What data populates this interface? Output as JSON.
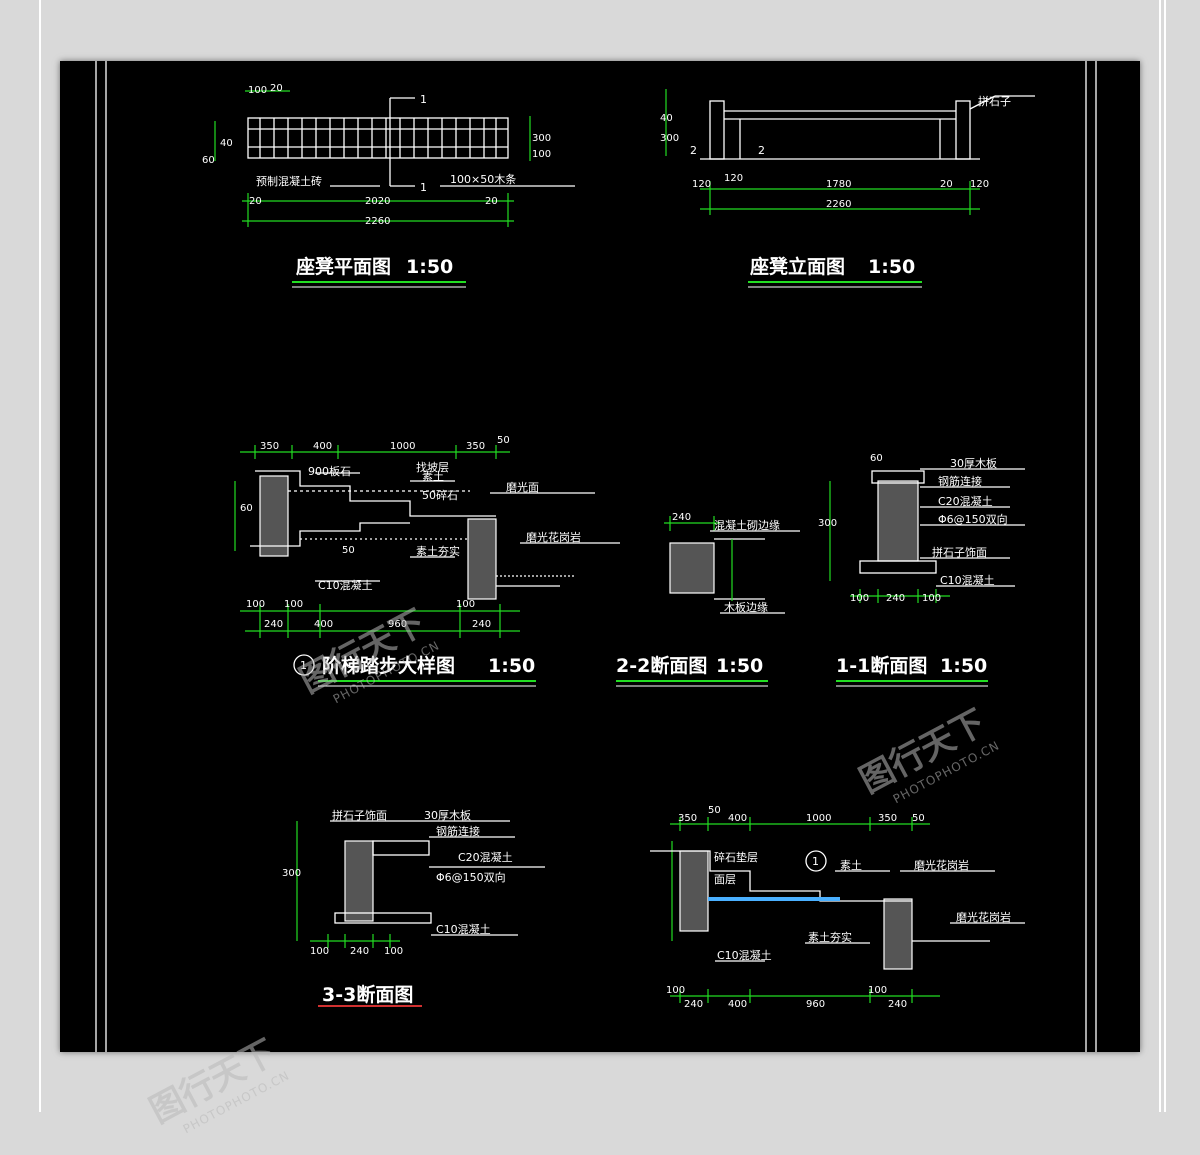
{
  "panels": {
    "bench_plan": {
      "title": "座凳平面图",
      "scale": "1:50",
      "dims_top": [
        "100",
        "20"
      ],
      "dims_bottom": [
        "20",
        "2020",
        "20",
        "2260"
      ],
      "dims_left": [
        "60",
        "40"
      ],
      "dims_right": [
        "300",
        "100"
      ],
      "section_mark": "1",
      "notes": [
        "预制混凝土砖",
        "100×50木条"
      ]
    },
    "bench_elevation": {
      "title": "座凳立面图",
      "scale": "1:50",
      "dims_bottom": [
        "120",
        "120",
        "1780",
        "20",
        "120",
        "2260"
      ],
      "dims_left": [
        "40",
        "300"
      ],
      "section_mark": "2",
      "notes": [
        "拼石子"
      ]
    },
    "stair_detail": {
      "number": "1",
      "title": "阶梯踏步大样图",
      "scale": "1:50",
      "dims_top": [
        "350",
        "400",
        "1000",
        "350",
        "50"
      ],
      "dims_bottom": [
        "100",
        "100",
        "240",
        "400",
        "960",
        "100",
        "240"
      ],
      "dims_side": [
        "60",
        "50"
      ],
      "notes": [
        "900板石",
        "素土",
        "50碎石",
        "素土夯实",
        "C10混凝土",
        "找坡层",
        "磨光面",
        "磨光花岗岩"
      ]
    },
    "section_22": {
      "title": "2-2断面图",
      "scale": "1:50",
      "dims": [
        "240"
      ],
      "notes": [
        "混凝土砌边缘",
        "木板边缘"
      ]
    },
    "section_11": {
      "title": "1-1断面图",
      "scale": "1:50",
      "dims": [
        "60",
        "300",
        "100",
        "240",
        "100"
      ],
      "notes": [
        "30厚木板",
        "钢筋连接",
        "C20混凝土",
        "Φ6@150双向",
        "拼石子饰面",
        "C10混凝土"
      ]
    },
    "section_33": {
      "title": "3-3断面图",
      "dims": [
        "300",
        "100",
        "240",
        "100"
      ],
      "notes": [
        "拼石子饰面",
        "30厚木板",
        "钢筋连接",
        "C20混凝土",
        "Φ6@150双向",
        "C10混凝土"
      ]
    },
    "stair_detail_2": {
      "number": "1",
      "dims_top": [
        "350",
        "50",
        "400",
        "1000",
        "350",
        "50"
      ],
      "dims_bottom": [
        "100",
        "240",
        "400",
        "960",
        "100",
        "240"
      ],
      "notes": [
        "碎石垫层",
        "面层",
        "素土",
        "磨光花岗岩",
        "C10混凝土",
        "素土夯实",
        "磨光花岗岩"
      ]
    }
  },
  "watermark": {
    "main": "图行天下",
    "sub": "PHOTOPHOTO.CN"
  },
  "colors": {
    "background": "#000000",
    "dimension_lines": "#22dd22",
    "geometry": "#ffffff",
    "page": "#d9d9d9"
  }
}
